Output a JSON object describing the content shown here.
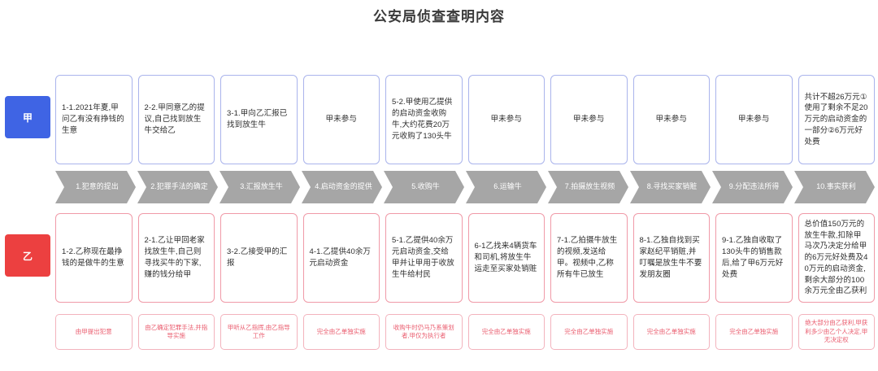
{
  "title": "公安局侦查查明内容",
  "roles": {
    "jia": "甲",
    "yi": "乙"
  },
  "steps": [
    "1.犯意的提出",
    "2.犯罪手法的确定",
    "3.汇报放生牛",
    "4.启动资金的提供",
    "5.收购牛",
    "6.运输牛",
    "7.拍摄放生视频",
    "8.寻找买家销赃",
    "9.分配违法所得",
    "10.事实获利"
  ],
  "jia_cards": [
    "1-1.2021年夏,甲问乙有没有挣钱的生意",
    "2-2.甲同意乙的提议,自己找到放生牛交给乙",
    "3-1.甲向乙汇报已找到放生牛",
    "甲未参与",
    "5-2.甲使用乙提供的启动资金收购牛,大约花费20万元收购了130头牛",
    "甲未参与",
    "甲未参与",
    "甲未参与",
    "甲未参与",
    "共计不超26万元①使用了剩余不足20万元的启动资金的一部分②6万元好处费"
  ],
  "jia_cards_centered": [
    false,
    false,
    false,
    true,
    false,
    true,
    true,
    true,
    true,
    false
  ],
  "yi_cards": [
    "1-2.乙称现在最挣钱的是做牛的生意",
    "2-1.乙让甲回老家找放生牛,自己则寻找买牛的下家,赚的钱分给甲",
    "3-2.乙接受甲的汇报",
    "4-1.乙提供40余万元启动资金",
    "5-1.乙提供40余万元启动资金,交给甲并让甲用于收放生牛给村民",
    "6-1乙找来4辆货车和司机,将放生牛运走至买家处销赃",
    "7-1.乙拍摄牛放生的视频,发送给甲。视频中,乙称所有牛已放生",
    "8-1.乙独自找到买家赵纪平销赃,并叮嘱是放生牛不要发朋友圈",
    "9-1.乙独自收取了130头牛的销售款后,给了甲6万元好处费",
    "总价值150万元的放生牛款,扣除甲马次乃决定分给甲的6万元好处费及40万元的启动资金,剩余大部分的100余万元全由乙获利"
  ],
  "notes": [
    "由甲提出犯意",
    "由乙确定犯罪手法,并指导实施",
    "甲听从乙指挥,由乙指导工作",
    "完全由乙单独实施",
    "收购牛时仍马乃系策划者,甲仅为执行者",
    "完全由乙单独实施",
    "完全由乙单独实施",
    "完全由乙单独实施",
    "完全由乙单独实施",
    "绝大部分由乙获利,甲获利多少由乙个人决定,甲无决定权"
  ],
  "colors": {
    "jia_badge": "#3f64e4",
    "yi_badge": "#ec4040",
    "jia_border": "#aab4ec",
    "yi_border": "#f09aa8",
    "note_text": "#ea5c6e",
    "chevron_fill": "#a6a6a6"
  }
}
